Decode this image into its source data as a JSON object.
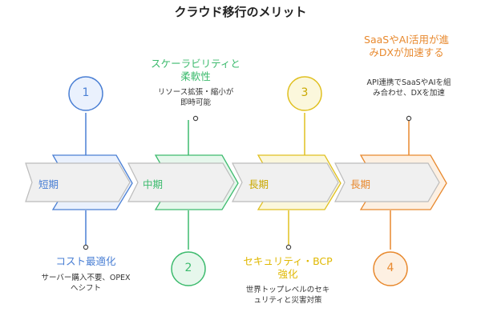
{
  "title": "クラウド移行のメリット",
  "colors": {
    "blue": "#4a7fd4",
    "green": "#3dbb6e",
    "yellow": "#e0c020",
    "orange": "#e8892e"
  },
  "phases": [
    "短期",
    "中期",
    "長期",
    "長期"
  ],
  "steps": [
    {
      "number": "1",
      "heading": "コスト最適化",
      "description": "サーバー購入不要、OPEXへシフト"
    },
    {
      "number": "2",
      "heading": "スケーラビリティと柔軟性",
      "description": "リソース拡張・縮小が即時可能"
    },
    {
      "number": "3",
      "heading": "セキュリティ・BCP強化",
      "description": "世界トップレベルのセキュリティと災害対策"
    },
    {
      "number": "4",
      "heading": "SaaSやAI活用が進みDXが加速する",
      "description": "API連携でSaaSやAIを組み合わせ、DXを加速"
    }
  ]
}
